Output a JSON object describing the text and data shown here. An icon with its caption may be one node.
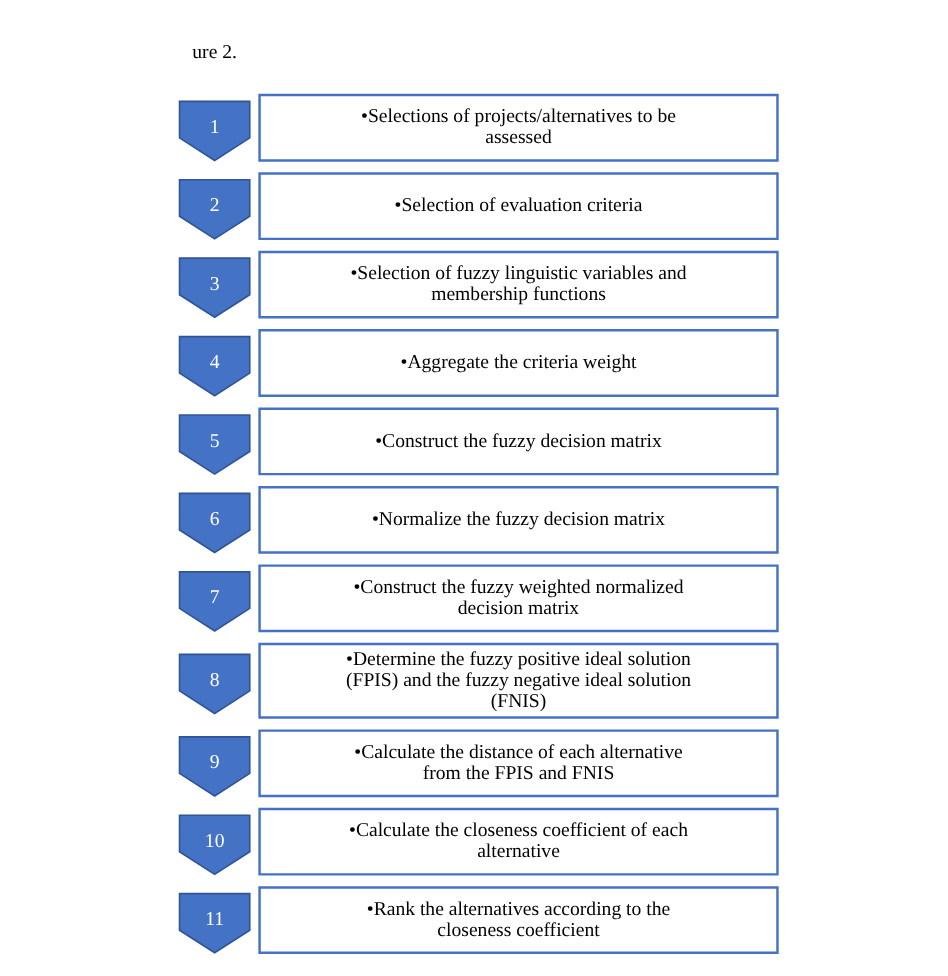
{
  "diagram": {
    "nodes": [
      {
        "text": [
          "1"
        ]
      },
      {
        "text": [
          "•Selections of projects/alternatives to be assessed"
        ]
      },
      {
        "text": [
          "2"
        ]
      },
      {
        "text": [
          "•Selection of evaluation criteria"
        ]
      },
      {
        "text": [
          "3"
        ]
      },
      {
        "text": [
          "•Selection of fuzzy linguistic variables and membership functions"
        ]
      },
      {
        "text": [
          "4"
        ]
      },
      {
        "text": [
          "•Aggregate the criteria weight"
        ]
      },
      {
        "text": [
          "5"
        ]
      },
      {
        "text": [
          "•Construct the fuzzy decision matrix"
        ]
      },
      {
        "text": [
          "6"
        ]
      },
      {
        "text": [
          "•Normalize the fuzzy decision matrix"
        ]
      },
      {
        "text": [
          "7"
        ]
      },
      {
        "text": [
          "•Construct the fuzzy weighted normalized decision matrix"
        ]
      },
      {
        "text": [
          "8"
        ]
      },
      {
        "text": [
          "•Determine the fuzzy positive ideal solution (FPIS) and the fuzzy negative ideal solution (FNIS)"
        ]
      },
      {
        "text": [
          "9"
        ]
      },
      {
        "text": [
          "•Calculate the distance of each alternative from the FPIS and FNIS"
        ]
      },
      {
        "text": [
          "10"
        ]
      },
      {
        "text": [
          "•Calculate the closeness coefficient of each alternative"
        ]
      },
      {
        "text": [
          "11"
        ]
      },
      {
        "text": [
          "•Rank the alternatives according to the closeness coefficient"
        ]
      }
    ],
    "edges": [],
    "labels": [
      "ure 2."
    ]
  }
}
